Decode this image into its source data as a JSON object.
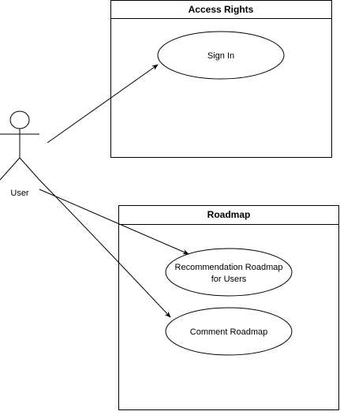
{
  "actor": {
    "name": "User"
  },
  "boxes": {
    "access": {
      "title": "Access Rights"
    },
    "roadmap": {
      "title": "Roadmap"
    }
  },
  "use_cases": {
    "sign_in": {
      "lines": [
        "Sign In"
      ]
    },
    "recommendation": {
      "lines": [
        "Recommendation Roadmap",
        "for Users"
      ]
    },
    "comment": {
      "lines": [
        "Comment Roadmap"
      ]
    }
  },
  "colors": {
    "stroke": "#000000",
    "fill": "#ffffff"
  }
}
